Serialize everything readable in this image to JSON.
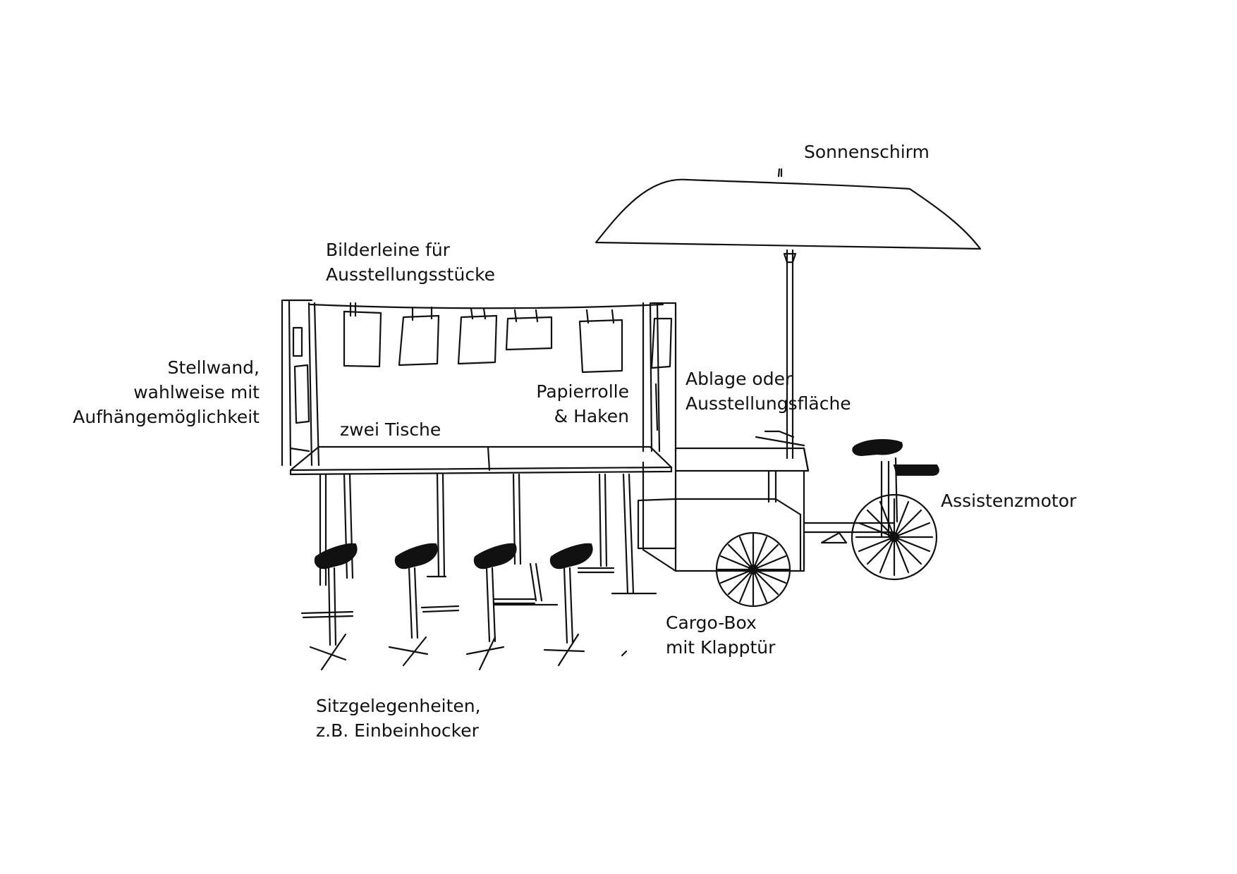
{
  "labels": {
    "umbrella": "Sonnenschirm",
    "line": [
      "Bilderleine für",
      "Ausstellungsstücke"
    ],
    "wall": [
      "Stellwand,",
      "wahlweise mit",
      "Aufhängemöglichkeit"
    ],
    "tables": "zwei Tische",
    "paper": [
      "Papierrolle",
      "& Haken"
    ],
    "shelf": [
      "Ablage oder",
      "Ausstellungsfläche"
    ],
    "motor": "Assistenzmotor",
    "cargo": [
      "Cargo-Box",
      "mit Klapptür"
    ],
    "seats": [
      "Sitzgelegenheiten,",
      "z.B. Einbeinhocker"
    ]
  },
  "colors": {
    "ink": "#111111",
    "paper": "#ffffff"
  }
}
